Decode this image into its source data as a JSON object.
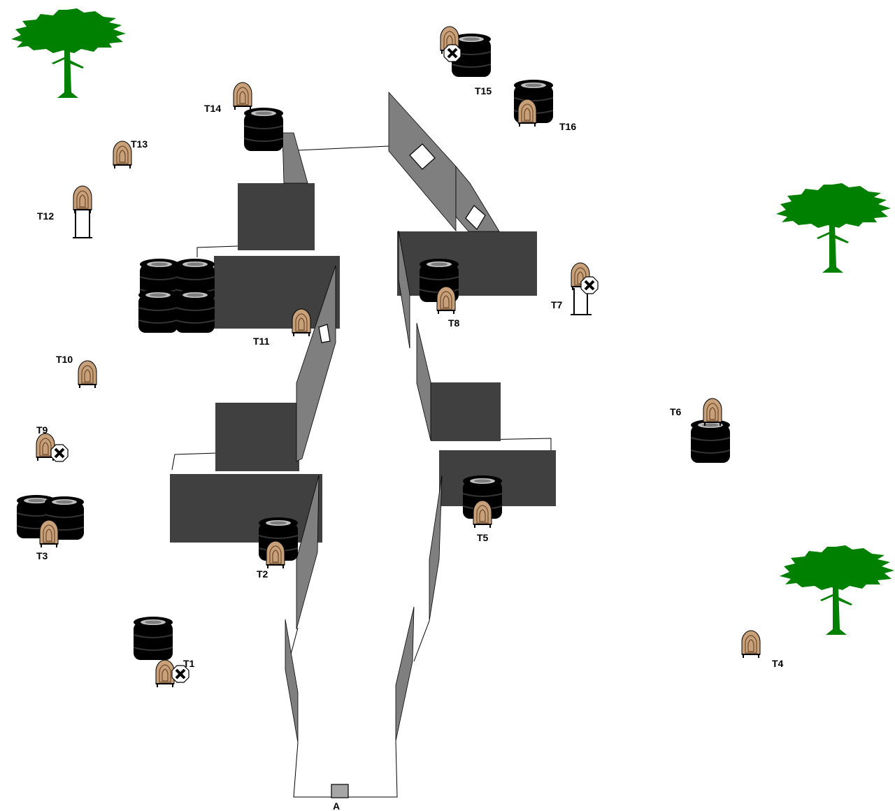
{
  "diagram": {
    "targets": [
      {
        "id": "t1",
        "label": "T1",
        "no_shoot": true
      },
      {
        "id": "t2",
        "label": "T2",
        "no_shoot": false
      },
      {
        "id": "t3",
        "label": "T3",
        "no_shoot": false
      },
      {
        "id": "t4",
        "label": "T4",
        "no_shoot": false
      },
      {
        "id": "t5",
        "label": "T5",
        "no_shoot": false
      },
      {
        "id": "t6",
        "label": "T6",
        "no_shoot": false
      },
      {
        "id": "t7",
        "label": "T7",
        "no_shoot": true
      },
      {
        "id": "t8",
        "label": "T8",
        "no_shoot": false
      },
      {
        "id": "t9",
        "label": "T9",
        "no_shoot": true
      },
      {
        "id": "t10",
        "label": "T10",
        "no_shoot": false
      },
      {
        "id": "t11",
        "label": "T11",
        "no_shoot": false
      },
      {
        "id": "t12",
        "label": "T12",
        "no_shoot": false
      },
      {
        "id": "t13",
        "label": "T13",
        "no_shoot": false
      },
      {
        "id": "t14",
        "label": "T14",
        "no_shoot": false
      },
      {
        "id": "t15",
        "label": "T15",
        "no_shoot": true
      },
      {
        "id": "t16",
        "label": "T16",
        "no_shoot": false
      }
    ],
    "start_position": {
      "label": "A"
    },
    "colors": {
      "barricade": "#404040",
      "wall_panel": "#7f7f7f",
      "target": "#c8a07a",
      "tree": "#008000",
      "tire": "#000000",
      "start_box": "#a6a6a6"
    }
  }
}
